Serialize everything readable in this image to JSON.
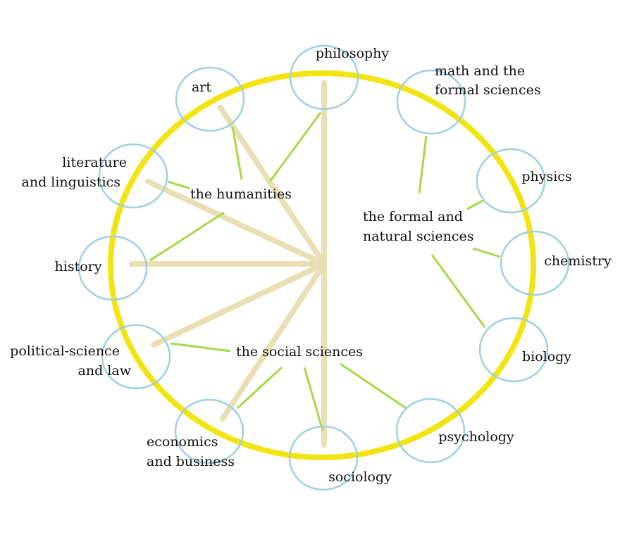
{
  "colors": {
    "ring": "#f2e413",
    "node_circle": "#9fd0e0",
    "spoke": "#eadfb4",
    "connector": "#a8d84a",
    "text": "#111111"
  },
  "nodes": {
    "philosophy": {
      "lines": [
        "philosophy"
      ]
    },
    "math": {
      "lines": [
        "math and the",
        "formal sciences"
      ]
    },
    "physics": {
      "lines": [
        "physics"
      ]
    },
    "chemistry": {
      "lines": [
        "chemistry"
      ]
    },
    "biology": {
      "lines": [
        "biology"
      ]
    },
    "psychology": {
      "lines": [
        "psychology"
      ]
    },
    "sociology": {
      "lines": [
        "sociology"
      ]
    },
    "economics": {
      "lines": [
        "economics",
        "and business"
      ]
    },
    "political": {
      "lines": [
        "political-science",
        "and law"
      ]
    },
    "history": {
      "lines": [
        "history"
      ]
    },
    "literature": {
      "lines": [
        "literature",
        "and linguistics"
      ]
    },
    "art": {
      "lines": [
        "art"
      ]
    }
  },
  "groups": {
    "humanities": {
      "lines": [
        "the humanities"
      ]
    },
    "formal_natural": {
      "lines": [
        "the formal and",
        "natural sciences"
      ]
    },
    "social": {
      "lines": [
        "the social sciences"
      ]
    }
  }
}
